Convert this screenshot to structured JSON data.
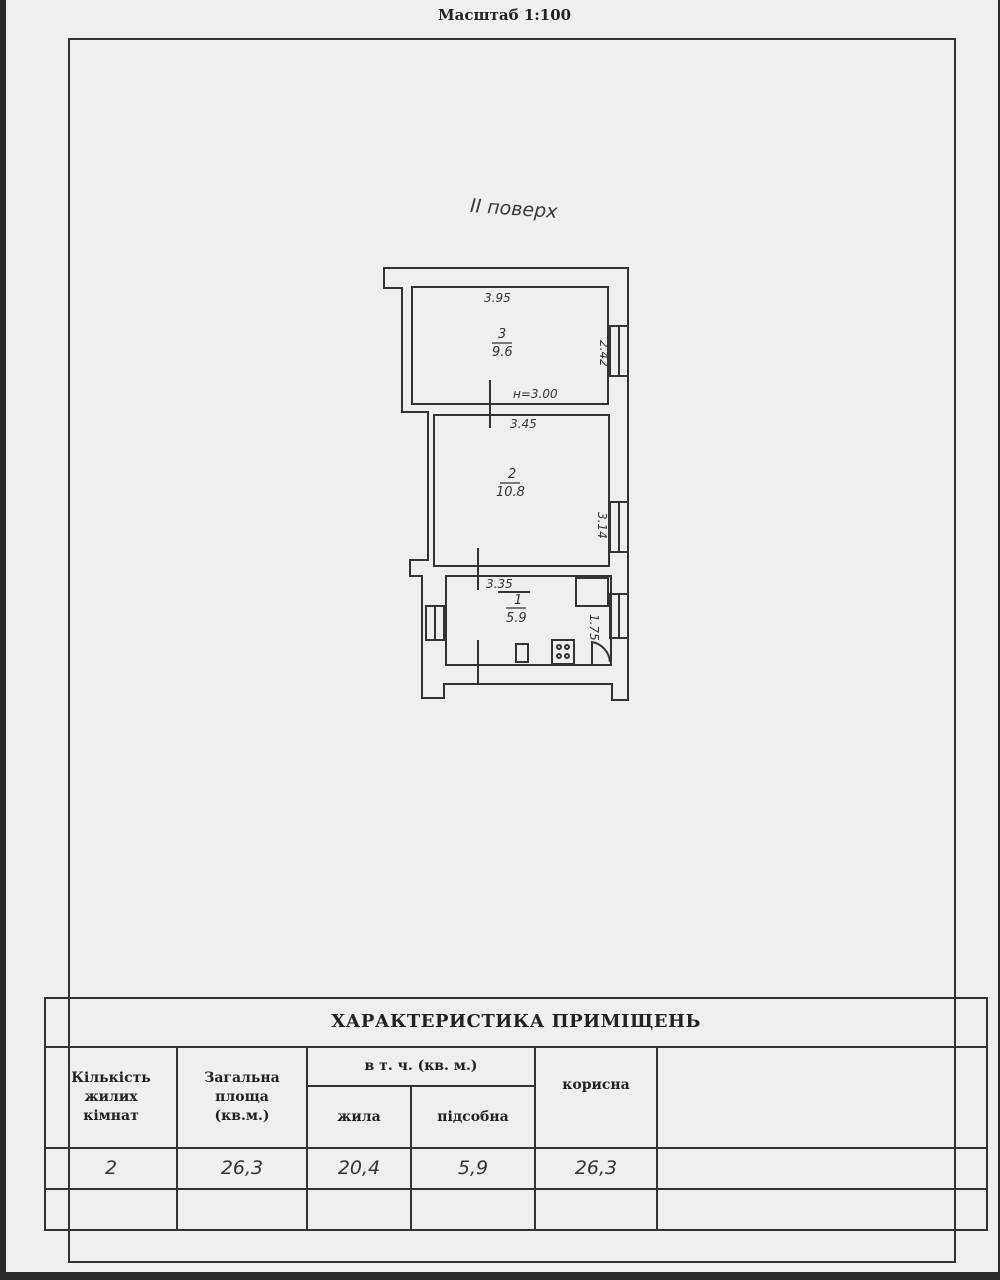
{
  "header": {
    "scale": "Масштаб   1:100"
  },
  "plan": {
    "floor_title": "II поверх",
    "rooms": [
      {
        "number": "3",
        "area": "9.6",
        "width": "3.95",
        "depth": "2.42",
        "height": "н=3.00"
      },
      {
        "number": "2",
        "area": "10.8",
        "width": "3.45",
        "depth": "3.14"
      },
      {
        "number": "1",
        "area": "5.9",
        "width": "3.35",
        "depth": "1.75"
      }
    ]
  },
  "table": {
    "title": "ХАРАКТЕРИСТИКА ПРИМІЩЕНЬ",
    "headers": {
      "rooms_count": "Кількість жилих кімнат",
      "total_area": "Загальна площа (кв.м.)",
      "including": "в т. ч. (кв. м.)",
      "living": "жила",
      "auxiliary": "підсобна",
      "useful": "корисна"
    },
    "values": {
      "rooms_count": "2",
      "total_area": "26,3",
      "living": "20,4",
      "auxiliary": "5,9",
      "useful": "26,3"
    }
  }
}
